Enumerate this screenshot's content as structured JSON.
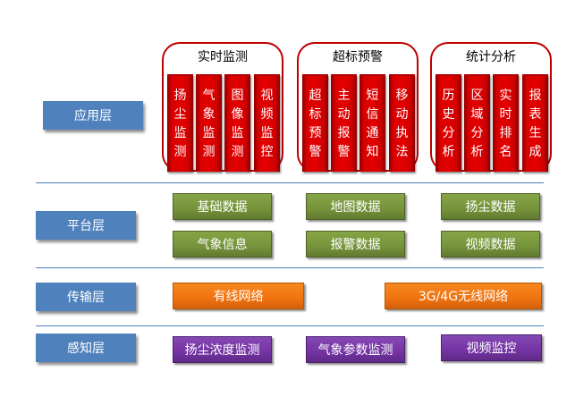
{
  "layers": {
    "application": "应用层",
    "platform": "平台层",
    "transport": "传输层",
    "perception": "感知层"
  },
  "application_groups": [
    {
      "title": "实时监测",
      "items": [
        "扬尘监测",
        "气象监测",
        "图像监测",
        "视频监控"
      ]
    },
    {
      "title": "超标预警",
      "items": [
        "超标预警",
        "主动报警",
        "短信通知",
        "移动执法"
      ]
    },
    {
      "title": "统计分析",
      "items": [
        "历史分析",
        "区域分析",
        "实时排名",
        "报表生成"
      ]
    }
  ],
  "platform_items": [
    "基础数据",
    "地图数据",
    "扬尘数据",
    "气象信息",
    "报警数据",
    "视频数据"
  ],
  "transport_items": [
    "有线网络",
    "3G/4G无线网络"
  ],
  "perception_items": [
    "扬尘浓度监测",
    "气象参数监测",
    "视频监控"
  ],
  "colors": {
    "layer_blue": "#4f81bd",
    "app_red": "#c00000",
    "platform_green": "#76933c",
    "transport_orange": "#f07311",
    "perception_purple": "#7433a3"
  }
}
